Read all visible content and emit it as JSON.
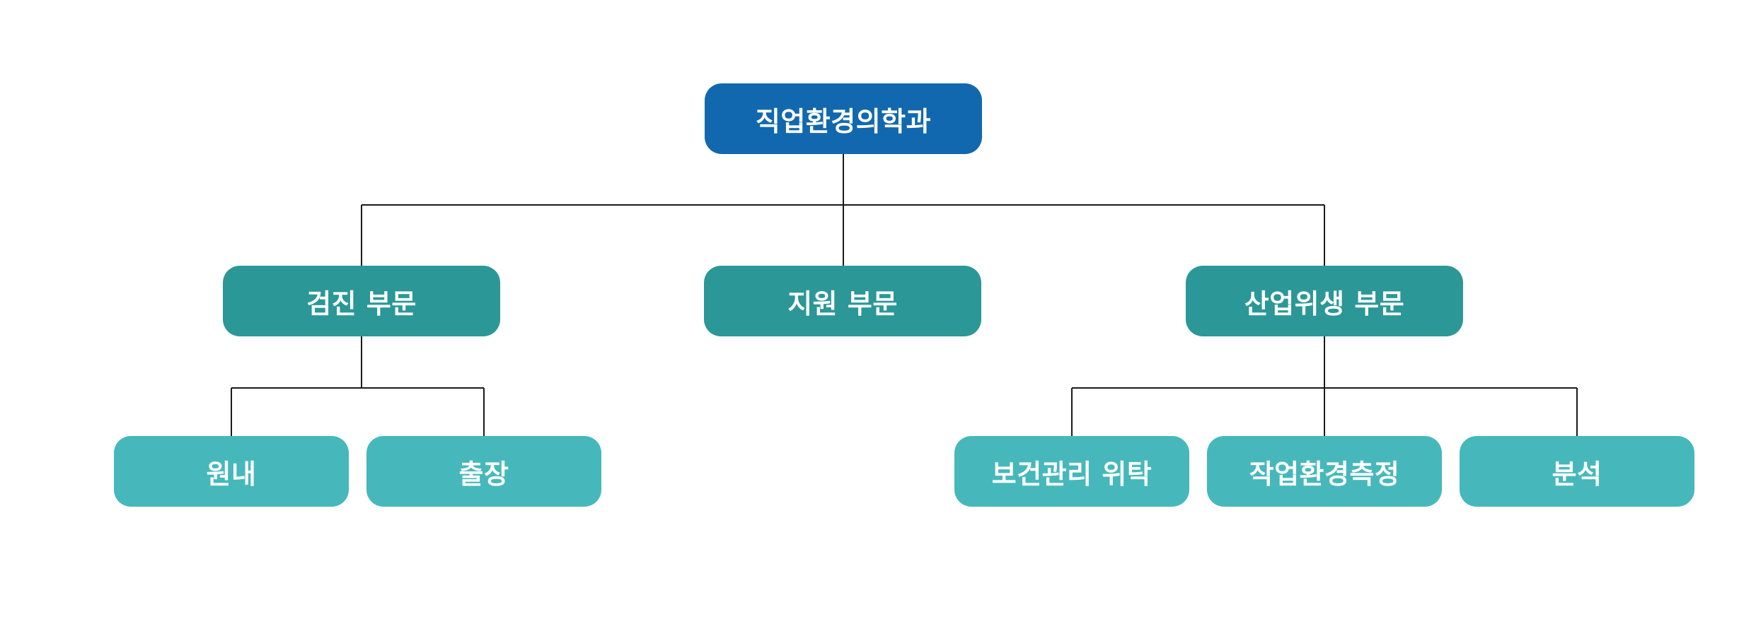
{
  "colors": {
    "root": "#1268ae",
    "division": "#2b9797",
    "leaf": "#46b8bb",
    "connector": "#1a1a1a"
  },
  "org": {
    "root": {
      "label": "직업환경의학과"
    },
    "divisions": [
      {
        "label": "검진 부문"
      },
      {
        "label": "지원 부문"
      },
      {
        "label": "산업위생 부문"
      }
    ],
    "units": [
      {
        "label": "원내"
      },
      {
        "label": "출장"
      },
      {
        "label": "보건관리 위탁"
      },
      {
        "label": "작업환경측정"
      },
      {
        "label": "분석"
      }
    ]
  }
}
